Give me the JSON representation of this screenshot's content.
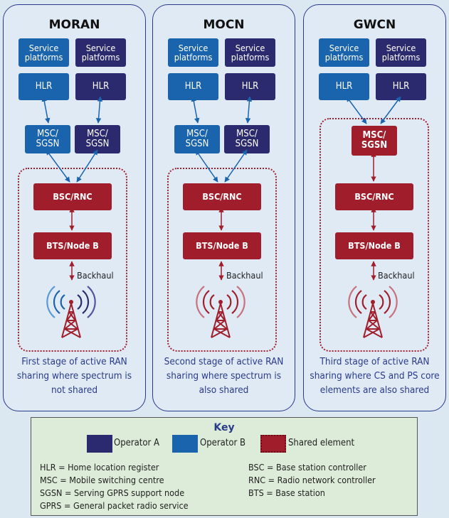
{
  "panels": [
    {
      "title": "MORAN",
      "service_a": "Service platforms",
      "service_b": "Service platforms",
      "hlr_a": "HLR",
      "hlr_b": "HLR",
      "msc_a": "MSC/ SGSN",
      "msc_b": "MSC/ SGSN",
      "bsc": "BSC/RNC",
      "bts": "BTS/Node B",
      "backhaul": "Backhaul",
      "caption": "First stage of active RAN sharing where spectrum is not shared"
    },
    {
      "title": "MOCN",
      "service_a": "Service platforms",
      "service_b": "Service platforms",
      "hlr_a": "HLR",
      "hlr_b": "HLR",
      "msc_a": "MSC/ SGSN",
      "msc_b": "MSC/ SGSN",
      "bsc": "BSC/RNC",
      "bts": "BTS/Node B",
      "backhaul": "Backhaul",
      "caption": "Second stage of active RAN sharing where spectrum is also shared"
    },
    {
      "title": "GWCN",
      "service_a": "Service platforms",
      "service_b": "Service platforms",
      "hlr_a": "HLR",
      "hlr_b": "HLR",
      "msc_shared": "MSC/ SGSN",
      "bsc": "BSC/RNC",
      "bts": "BTS/Node B",
      "backhaul": "Backhaul",
      "caption": "Third stage of active RAN sharing where CS and PS core elements are also shared"
    }
  ],
  "key": {
    "title": "Key",
    "operator_a": "Operator A",
    "operator_b": "Operator B",
    "shared": "Shared element",
    "defs_left": [
      "HLR = Home location register",
      "MSC = Mobile switching centre",
      "SGSN = Serving GPRS support node",
      "GPRS = General packet radio service"
    ],
    "defs_right": [
      "BSC = Base station controller",
      "RNC = Radio network controller",
      "BTS = Base station"
    ]
  },
  "colors": {
    "operator_a": "#2b2a6e",
    "operator_b": "#1a63ad",
    "shared": "#a01e2c",
    "caption_text": "#2a3a8a"
  },
  "icons": {
    "tower": "radio-tower-icon"
  }
}
